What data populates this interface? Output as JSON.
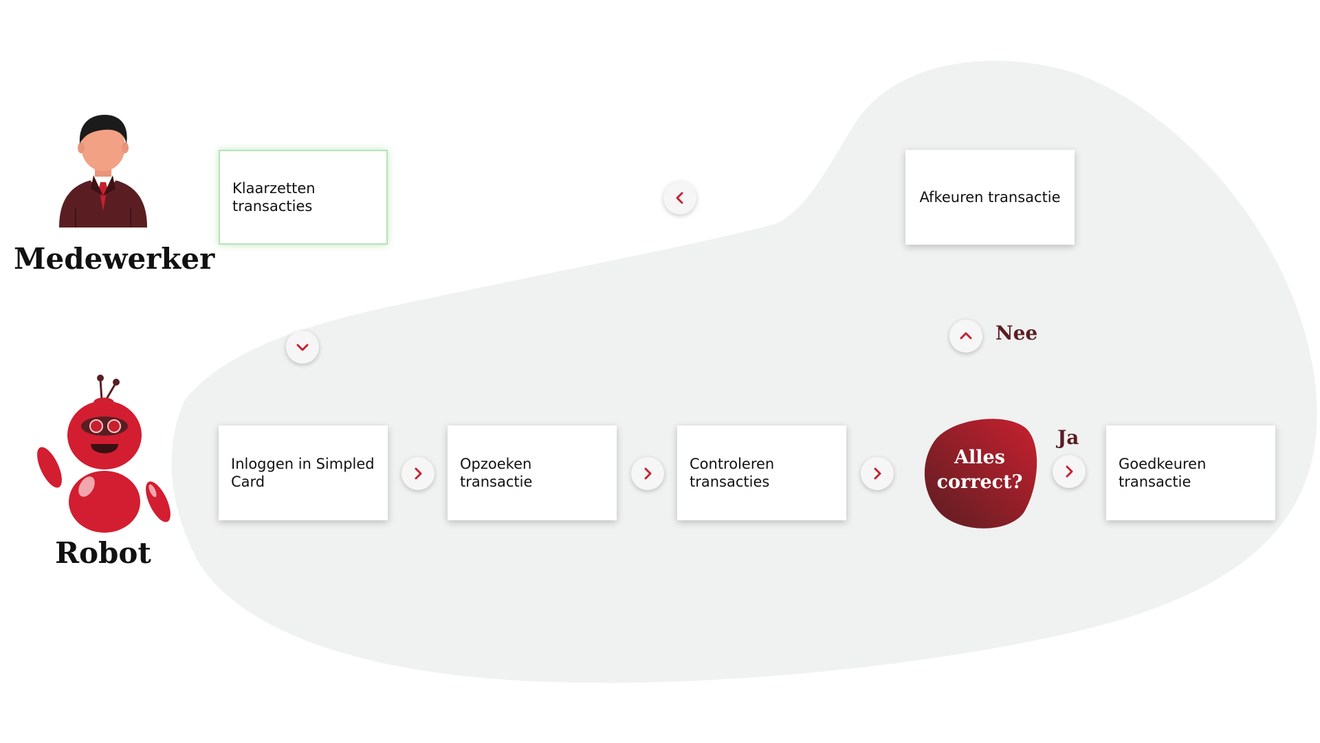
{
  "colors": {
    "accent": "#c8202f",
    "dark_red": "#5a1e22",
    "blob": "#f0f1f1",
    "highlight_border": "#b6e2b6"
  },
  "lanes": {
    "employee": {
      "label": "Medewerker",
      "icon": "employee-avatar-icon"
    },
    "robot": {
      "label": "Robot",
      "icon": "robot-avatar-icon"
    }
  },
  "steps": {
    "prepare": "Klaarzetten transacties",
    "reject": "Afkeuren transactie",
    "login": "Inloggen in Simpled Card",
    "lookup": "Opzoeken transactie",
    "check": "Controleren transacties",
    "approve": "Goedkeuren transactie"
  },
  "decision": {
    "line1": "Alles",
    "line2": "correct?",
    "no_label": "Nee",
    "yes_label": "Ja"
  },
  "arrows": {
    "back_to_employee": "chevron-left-icon",
    "down_to_robot": "chevron-down-icon",
    "up_to_reject": "chevron-up-icon",
    "next": "chevron-right-icon"
  }
}
